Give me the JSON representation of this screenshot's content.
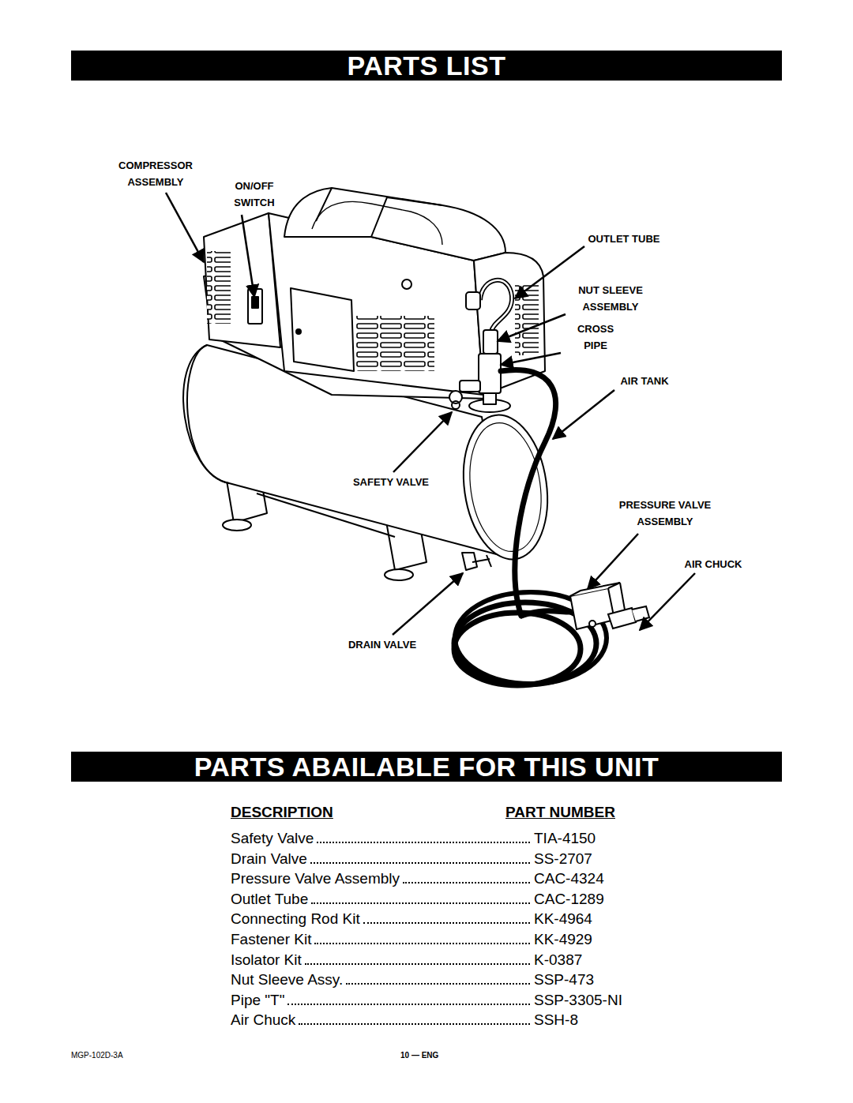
{
  "diagram": {
    "title": "PARTS LIST",
    "labels": [
      "PARTS ABAILABLE FOR THIS UNIT",
      "COMPRESSOR ASSEMBLY",
      "ON/OFF SWITCH",
      "OUTLET TUBE",
      "NUT SLEEVE ASSEMBLY",
      "CROSS PIPE",
      "AIR TANK",
      "SAFETY VALVE",
      "PRESSURE VALVE ASSEMBLY",
      "AIR CHUCK",
      "DRAIN VALVE",
      "DESCRIPTION",
      "PART NUMBER",
      "Safety Valve",
      "TIA-4150",
      "Drain Valve",
      "SS-2707",
      "Pressure Valve Assembly",
      "CAC-4324",
      "Outlet Tube",
      "CAC-1289",
      "Connecting Rod Kit",
      "KK-4964",
      "Fastener Kit",
      "KK-4929",
      "Isolator Kit",
      "K-0387",
      "Nut Sleeve Assy.",
      "SSP-473",
      "Pipe \"T\"",
      "SSP-3305-NI",
      "Air Chuck",
      "SSH-8",
      "MGP-102D-3A",
      "10 — ENG"
    ]
  }
}
